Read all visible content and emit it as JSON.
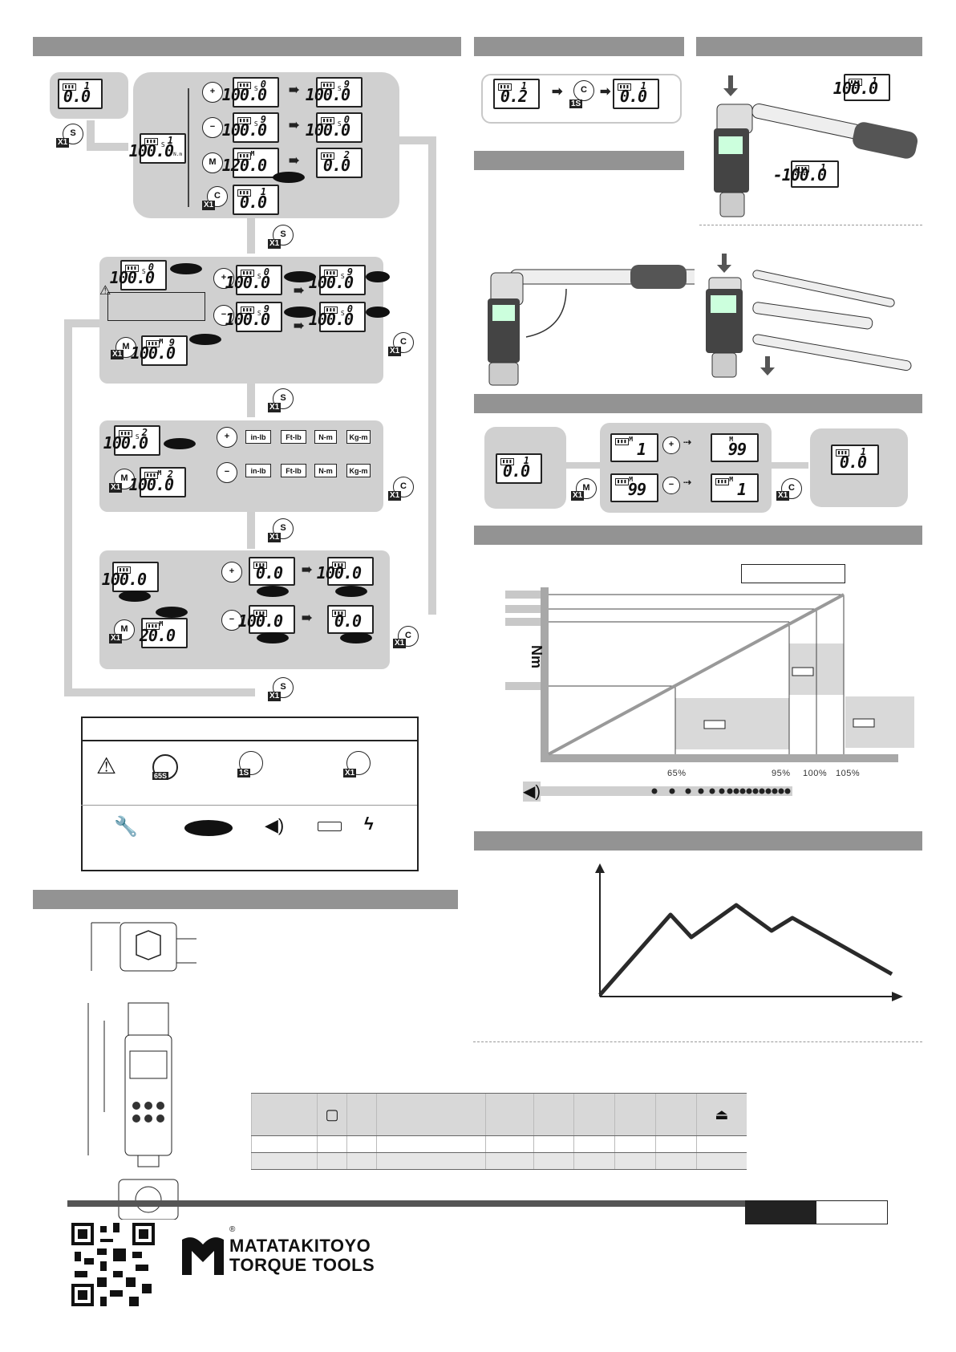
{
  "mode_flow": {
    "lcd_readings": {
      "idle": "0.0",
      "idle_index": "1",
      "setting": "100.0",
      "setting_index": "1",
      "plus_result_index": "9",
      "minus_start_index": "9",
      "minus_result_index": "0",
      "memory_value": "120.0",
      "memory_reset": "0.0",
      "memory_reset_index": "2",
      "clear_result": "0.0",
      "step2_index": "0",
      "step2_result_index": "9",
      "step2_minus_index": "9",
      "step2_memory_index": "9",
      "step3_index": "2",
      "step4_high": "100.0",
      "step4_low": "0.0",
      "step4_memory": "20.0"
    },
    "button_letters": {
      "set": "S",
      "plus": "+",
      "minus": "−",
      "memory": "M",
      "clear": "C"
    },
    "press_count": "X1",
    "units_forward": [
      "in-lb",
      "Ft-lb",
      "N-m",
      "Kg-m"
    ],
    "units_backward": [
      "in-lb",
      "Ft-lb",
      "N-m",
      "Kg-m"
    ]
  },
  "legend": {
    "row1": [
      "65S",
      "1S",
      "X1"
    ],
    "icons": [
      "warning-icon",
      "auto-off-icon",
      "hold-button-icon",
      "press-once-icon",
      "wrench-hand-icon",
      "flash-burst-icon",
      "buzzer-icon",
      "led-icon",
      "vibration-icon"
    ]
  },
  "reset_panel": {
    "before": "0.2",
    "after": "0.0",
    "index": "1",
    "hold_label": "1S"
  },
  "zero_panel": {
    "positive": "100.0",
    "negative": "-100.0",
    "index": "1"
  },
  "memory_panel": {
    "idle": "0.0",
    "idle_index": "1",
    "m1": "1",
    "m99": "99",
    "m99b": "99",
    "m1b": "1",
    "result": "0.0",
    "result_index": "1"
  },
  "alarm_chart": {
    "y_axis_label": "Nm",
    "x_ticks": [
      "65%",
      "95%",
      "100%",
      "105%"
    ]
  },
  "footer": {
    "brand_line1": "MATATAKITOYO",
    "brand_line2": "TORQUE TOOLS",
    "registered_mark": "®"
  }
}
